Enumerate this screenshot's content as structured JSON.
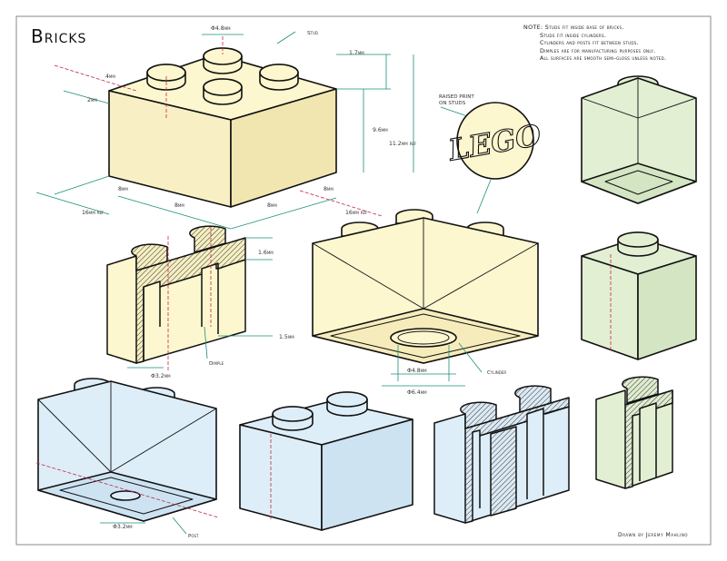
{
  "title": "Bricks",
  "notes": [
    "NOTE: Studs fit inside base of bricks.",
    "Studs fit inside cylinders.",
    "Cylinders and posts fit between studs.",
    "Dimples are for manufacturing purposes only.",
    "All surfaces are smooth semi-gloss unless noted."
  ],
  "credit": "Drawn by Jeremy Mahlino",
  "logo_text": "LEGO",
  "colors": {
    "yellow": "#fdf7cf",
    "yellow_shade": "#f3e9b5",
    "green": "#e2efd3",
    "green_shade": "#d3e5c2",
    "blue": "#ddeef8",
    "blue_shade": "#cde3f2",
    "dim_line": "#1a8f7a",
    "center_line": "#c0284a",
    "outline": "#111111"
  },
  "dimensions": {
    "stud_dia_top": "Φ4.8mm",
    "stud_label": "Stud",
    "stud_height": "1.7mm",
    "wall_left": "4mm",
    "wall_left2": "2mm",
    "brick_height": "9.6mm",
    "ref_height": "11.2mm ref",
    "raised_print": "raised print\non studs",
    "len_left": "8mm",
    "len_left_ref": "16mm ref",
    "len_mid": "8mm",
    "len_mid2": "8mm",
    "len_right": "8mm",
    "len_right_ref": "16mm ref",
    "wall_thick": "1.6mm",
    "side_wall": "1.5mm",
    "dimple": "Dimple",
    "dimple_dia": "Φ3.2mm",
    "cyl_inner": "Φ4.8mm",
    "cyl_outer": "Φ6.4mm",
    "cylinder": "Cylinder",
    "post_dia": "Φ3.2mm",
    "post": "Post"
  }
}
